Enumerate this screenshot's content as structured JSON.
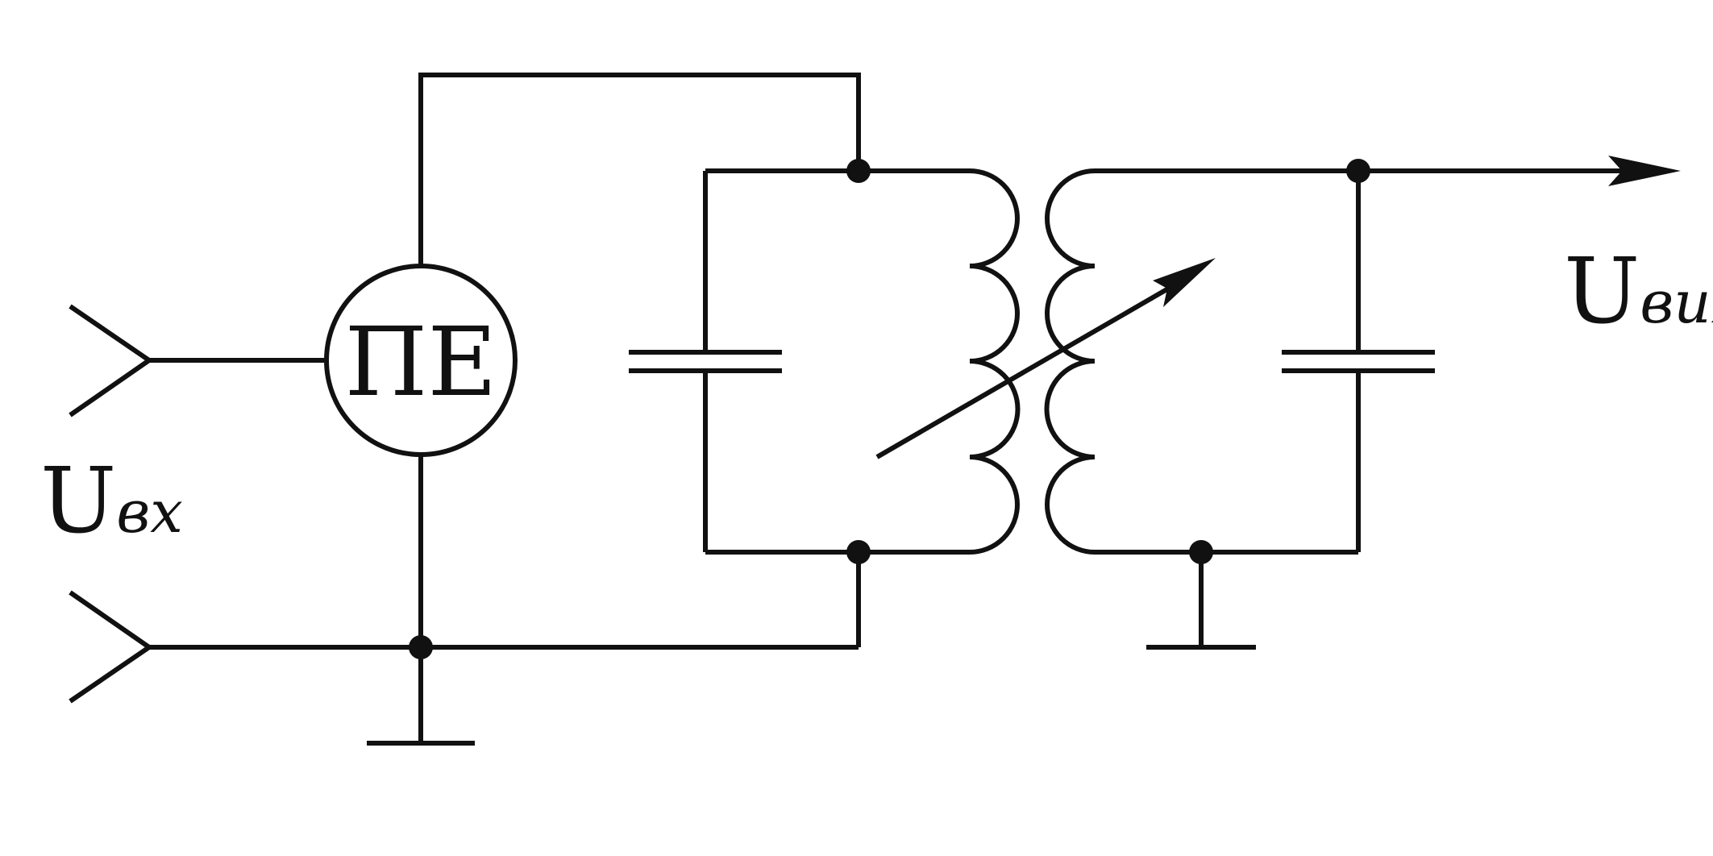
{
  "diagram": {
    "amplifier_label": "ПЕ",
    "input_label": {
      "symbol": "U",
      "subscript": "вх"
    },
    "output_label": {
      "symbol": "U",
      "subscript": "вих"
    },
    "colors": {
      "line": "#111111",
      "background": "#ffffff"
    }
  }
}
